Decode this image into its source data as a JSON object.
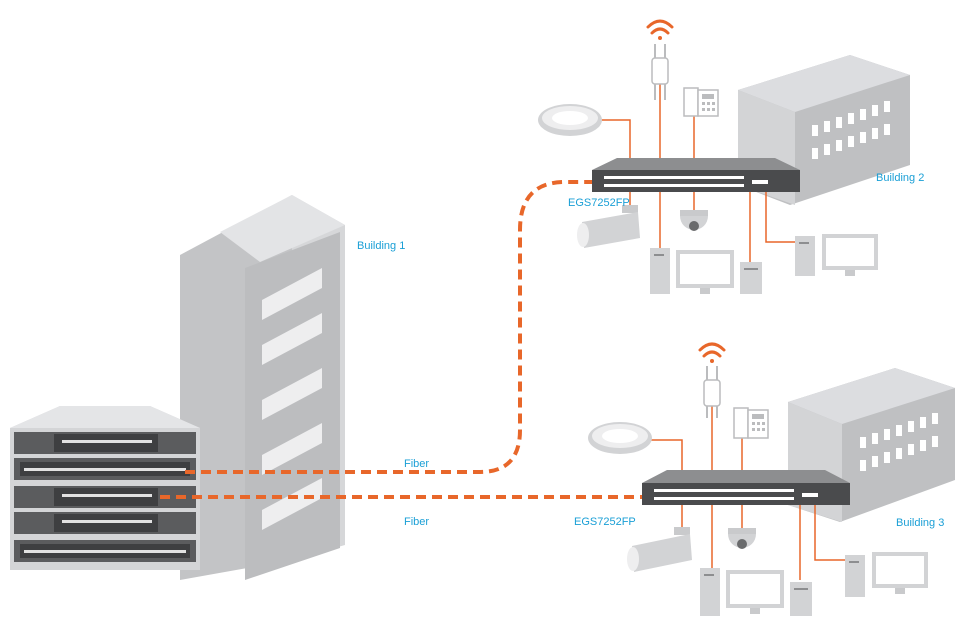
{
  "labels": {
    "building1": "Building 1",
    "building2": "Building 2",
    "building3": "Building 3",
    "switch_top": "EGS7252FP",
    "switch_bottom": "EGS7252FP",
    "fiber_top": "Fiber",
    "fiber_bottom": "Fiber"
  },
  "colors": {
    "link": "#e8672a",
    "label": "#1a9fd6",
    "building": "#c9cacc",
    "equipment": "#d2d3d5",
    "switch_body": "#4a4b4d"
  },
  "icons": [
    "wifi-icon",
    "access-point-icon",
    "ip-phone-icon",
    "ceiling-ap-icon",
    "bullet-camera-icon",
    "dome-camera-icon",
    "desktop-tower-icon",
    "monitor-icon"
  ]
}
